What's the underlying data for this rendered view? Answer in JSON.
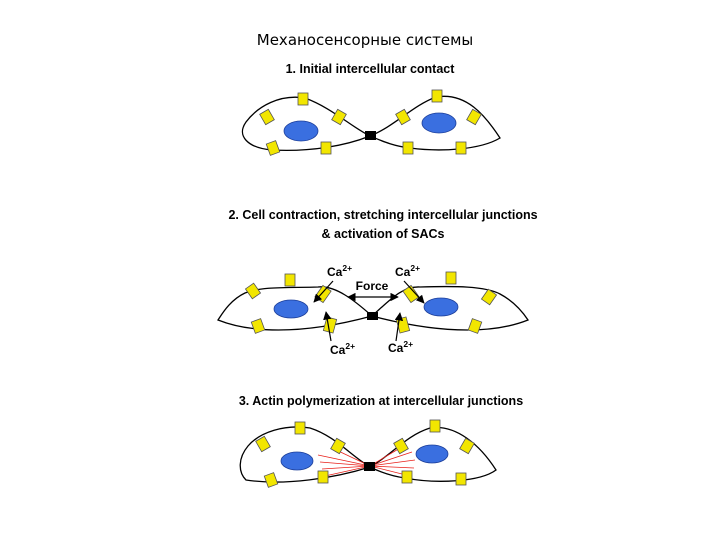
{
  "slide_title": "Механосенсорные системы",
  "panel1": {
    "heading": "1. Initial intercellular contact"
  },
  "panel2": {
    "heading_line1": "2. Cell contraction, stretching intercellular junctions",
    "heading_line2": "& activation of SACs",
    "ion": "Ca",
    "charge": "2+",
    "force_label": "Force"
  },
  "panel3": {
    "heading": "3. Actin polymerization at intercellular junctions"
  },
  "colors": {
    "nucleus": "#3a6fe0",
    "sac_channel": "#f2e600",
    "actin": "#e8201a",
    "outline": "#000000"
  },
  "icons": [
    "cell-membrane",
    "nucleus",
    "stretch-activated-channel",
    "junction",
    "actin-filament"
  ]
}
